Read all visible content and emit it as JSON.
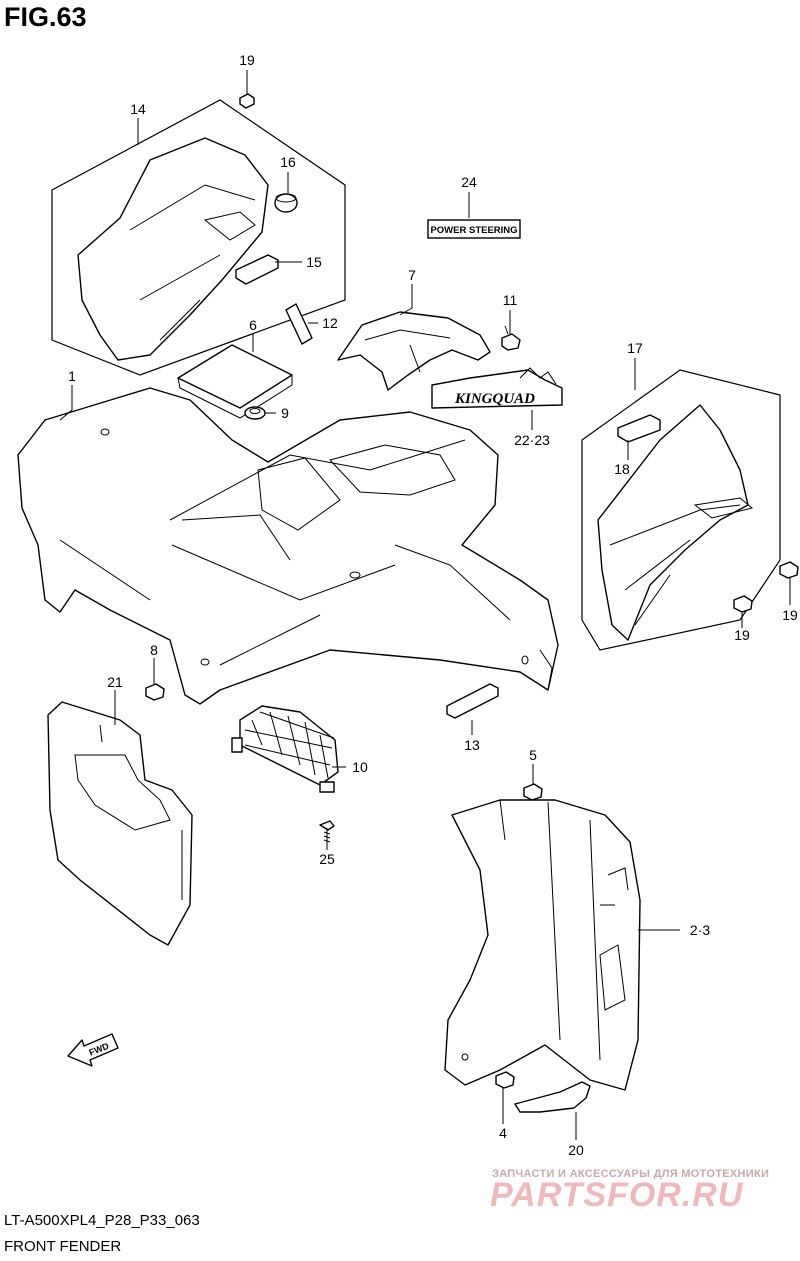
{
  "figure": {
    "title": "FIG.63",
    "code": "LT-A500XPL4_P28_P33_063",
    "name": "FRONT FENDER"
  },
  "decals": {
    "power_steering": "POWER STEERING",
    "kingquad": "KINGQUAD",
    "fwd": "FWD"
  },
  "callouts": [
    "19",
    "14",
    "16",
    "24",
    "15",
    "7",
    "11",
    "12",
    "6",
    "1",
    "9",
    "17",
    "22·23",
    "18",
    "19",
    "19",
    "8",
    "21",
    "13",
    "10",
    "5",
    "25",
    "2·3",
    "4",
    "20"
  ],
  "watermark": {
    "top": "ЗАПЧАСТИ И АКСЕССУАРЫ ДЛЯ МОТОТЕХНИКИ",
    "main": "PARTSFOR.RU"
  }
}
